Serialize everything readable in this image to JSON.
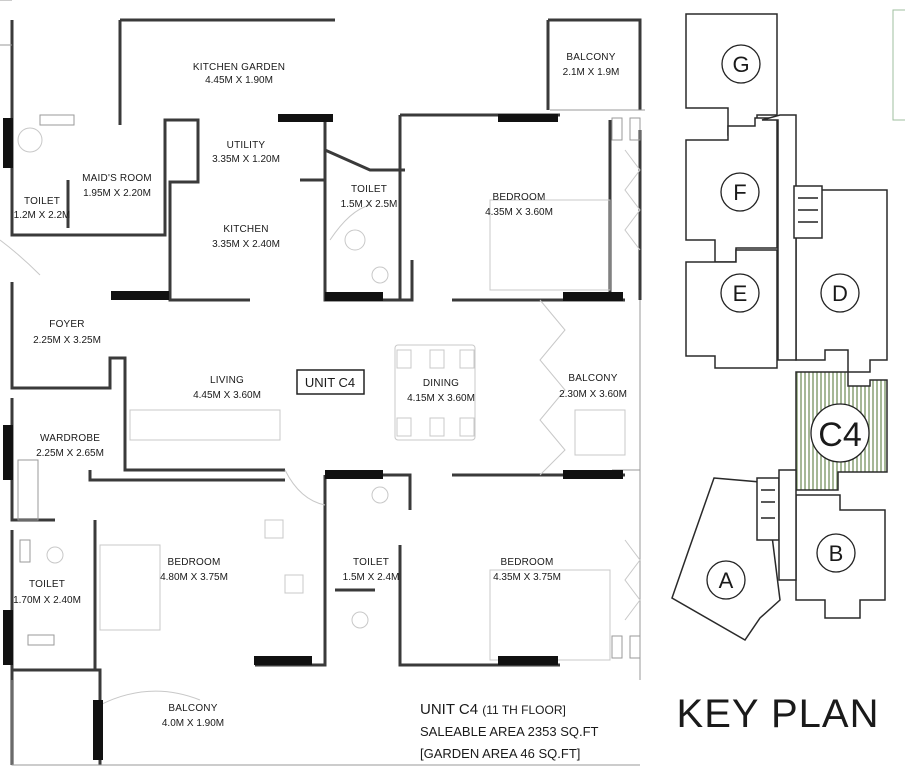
{
  "plan": {
    "unit_tag": "UNIT C4",
    "rooms": {
      "kitchen_garden": {
        "name": "KITCHEN GARDEN",
        "dim": "4.45M X 1.90M"
      },
      "balcony_top": {
        "name": "BALCONY",
        "dim": "2.1M X 1.9M"
      },
      "utility": {
        "name": "UTILITY",
        "dim": "3.35M X 1.20M"
      },
      "maids_room": {
        "name": "MAID'S ROOM",
        "dim": "1.95M X 2.20M"
      },
      "toilet_maid": {
        "name": "TOILET",
        "dim": "1.2M X 2.2M"
      },
      "kitchen": {
        "name": "KITCHEN",
        "dim": "3.35M X 2.40M"
      },
      "toilet_top": {
        "name": "TOILET",
        "dim": "1.5M X 2.5M"
      },
      "bedroom_top": {
        "name": "BEDROOM",
        "dim": "4.35M X 3.60M"
      },
      "foyer": {
        "name": "FOYER",
        "dim": "2.25M X 3.25M"
      },
      "living": {
        "name": "LIVING",
        "dim": "4.45M X 3.60M"
      },
      "dining": {
        "name": "DINING",
        "dim": "4.15M X 3.60M"
      },
      "balcony_mid": {
        "name": "BALCONY",
        "dim": "2.30M X 3.60M"
      },
      "wardrobe": {
        "name": "WARDROBE",
        "dim": "2.25M X 2.65M"
      },
      "bedroom_bl": {
        "name": "BEDROOM",
        "dim": "4.80M X 3.75M"
      },
      "toilet_mid": {
        "name": "TOILET",
        "dim": "1.5M X 2.4M"
      },
      "bedroom_br": {
        "name": "BEDROOM",
        "dim": "4.35M X 3.75M"
      },
      "toilet_left": {
        "name": "TOILET",
        "dim": "1.70M X 2.40M"
      },
      "balcony_bottom": {
        "name": "BALCONY",
        "dim": "4.0M X 1.90M"
      }
    },
    "caption": {
      "line1": "UNIT C4",
      "line1_floor": "(11 TH FLOOR]",
      "line2": "SALEABLE AREA 2353 SQ.FT",
      "line3": "[GARDEN AREA 46 SQ.FT]"
    }
  },
  "key_plan": {
    "title": "KEY PLAN",
    "blocks": [
      "G",
      "F",
      "E",
      "D",
      "C4",
      "B",
      "A"
    ],
    "highlighted": "C4",
    "highlight_color": "#7f9a6a"
  }
}
